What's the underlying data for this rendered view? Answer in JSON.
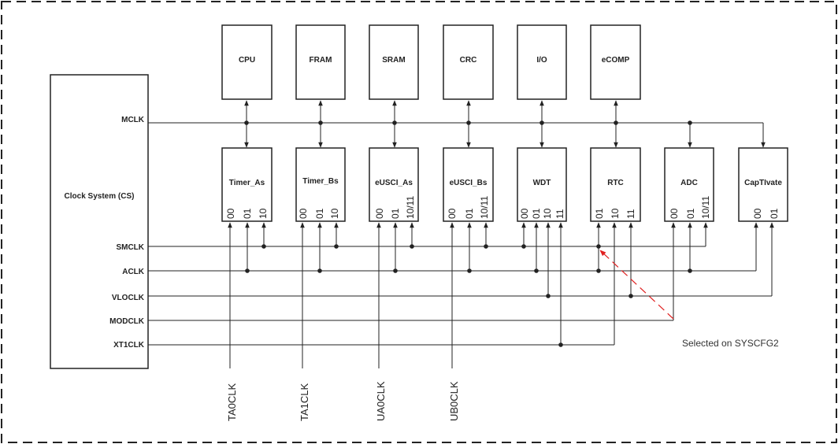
{
  "top_modules": [
    "CPU",
    "FRAM",
    "SRAM",
    "CRC",
    "I/O",
    "eCOMP"
  ],
  "clock_system": {
    "label": "Clock System (CS)",
    "signals": [
      "MCLK",
      "SMCLK",
      "ACLK",
      "VLOCLK",
      "MODCLK",
      "XT1CLK"
    ]
  },
  "peripherals": [
    {
      "label": "Timer_As",
      "selects": [
        "00",
        "01",
        "10"
      ]
    },
    {
      "label": "Timer_Bs",
      "selects": [
        "00",
        "01",
        "10"
      ]
    },
    {
      "label": "eUSCI_As",
      "selects": [
        "00",
        "01",
        "10/11"
      ]
    },
    {
      "label": "eUSCI_Bs",
      "selects": [
        "00",
        "01",
        "10/11"
      ]
    },
    {
      "label": "WDT",
      "selects": [
        "00",
        "01",
        "10",
        "11"
      ]
    },
    {
      "label": "RTC",
      "selects": [
        "01",
        "10",
        "11"
      ]
    },
    {
      "label": "ADC",
      "selects": [
        "00",
        "01",
        "10/11"
      ]
    },
    {
      "label": "CapTIvate",
      "selects": [
        "00",
        "01"
      ]
    }
  ],
  "external_clocks": [
    "TA0CLK",
    "TA1CLK",
    "UA0CLK",
    "UB0CLK"
  ],
  "annotation": "Selected on SYSCFG2",
  "colors": {
    "line": "#222222",
    "annotation": "#e02020"
  }
}
